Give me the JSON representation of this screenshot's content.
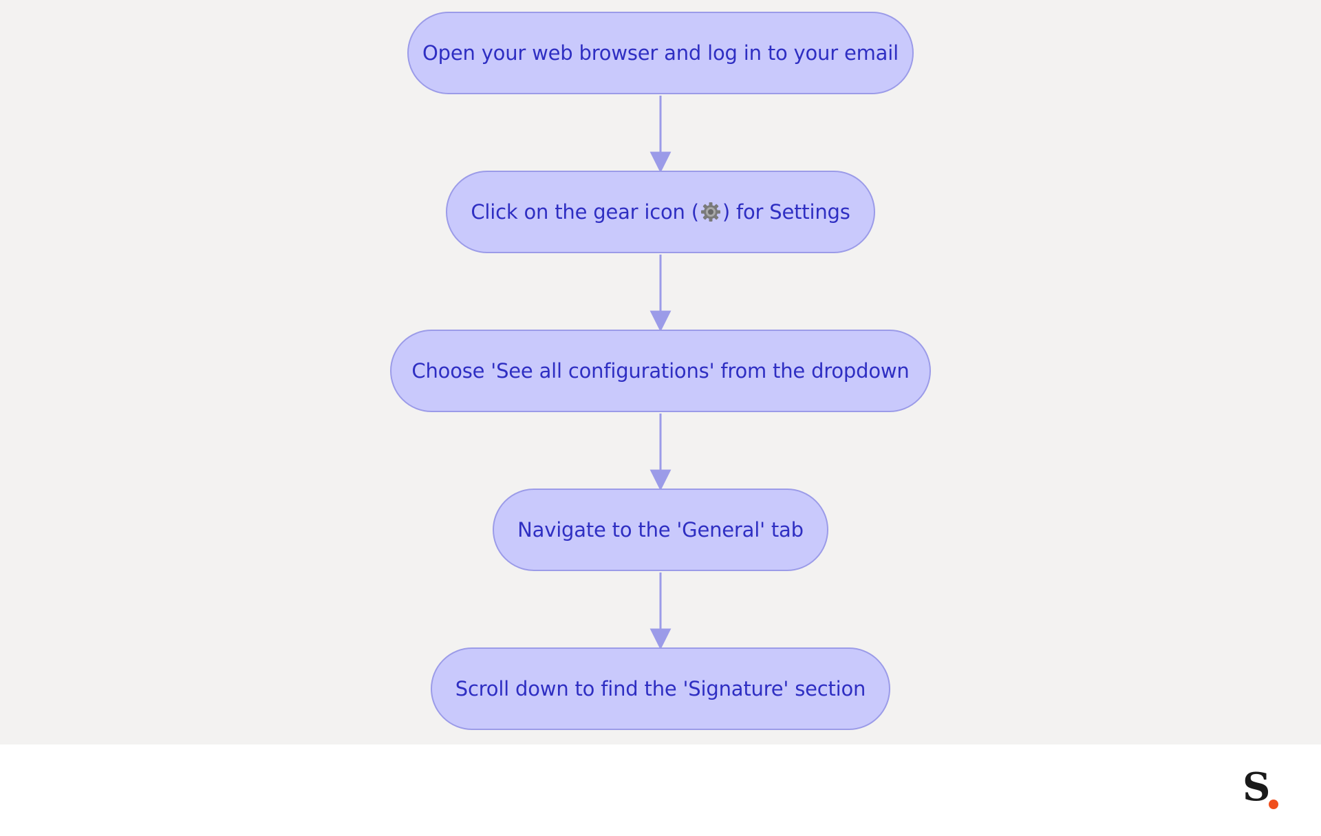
{
  "diagram": {
    "steps": [
      {
        "label": "Open your web browser and log in to your email"
      },
      {
        "label_before": "Click on the gear icon (",
        "icon": "gear-icon",
        "label_after": ") for Settings"
      },
      {
        "label": "Choose 'See all configurations' from the dropdown"
      },
      {
        "label": "Navigate to the 'General' tab"
      },
      {
        "label": "Scroll down to find the 'Signature' section"
      }
    ],
    "edges": [
      {
        "from": 0,
        "to": 1
      },
      {
        "from": 1,
        "to": 2
      },
      {
        "from": 2,
        "to": 3
      },
      {
        "from": 3,
        "to": 4
      }
    ]
  },
  "branding": {
    "logo_letter": "S",
    "logo_dot_color": "#f04e1c"
  },
  "colors": {
    "node_fill": "#c9c9fc",
    "node_border": "#9b9be8",
    "node_text": "#2e2ec2",
    "edge": "#9b9be8",
    "canvas_bg": "#f3f2f1"
  }
}
